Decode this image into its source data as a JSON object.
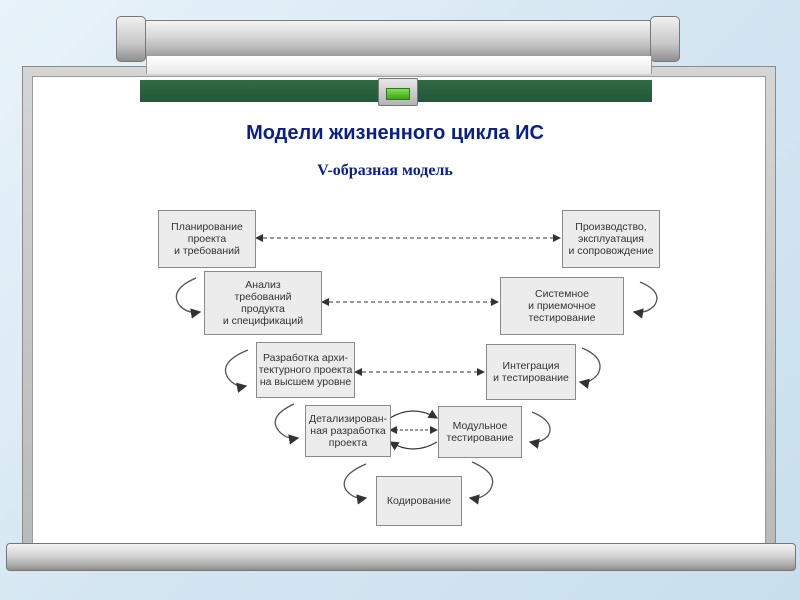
{
  "slide": {
    "title": "Модели жизненного  цикла ИС",
    "subtitle": "V-образная модель"
  },
  "diagram": {
    "left": [
      {
        "label": "Планирование\nпроекта\nи требований"
      },
      {
        "label": "Анализ\nтребований\nпродукта\nи спецификаций"
      },
      {
        "label": "Разработка архи-\nтектурного проекта\nна высшем уровне"
      },
      {
        "label": "Детализирован-\nная разработка\nпроекта"
      }
    ],
    "right": [
      {
        "label": "Производство,\nэксплуатация\nи сопровождение"
      },
      {
        "label": "Системное\nи приемочное\nтестирование"
      },
      {
        "label": "Интеграция\nи тестирование"
      },
      {
        "label": "Модульное\nтестирование"
      }
    ],
    "bottom": {
      "label": "Кодирование"
    }
  }
}
